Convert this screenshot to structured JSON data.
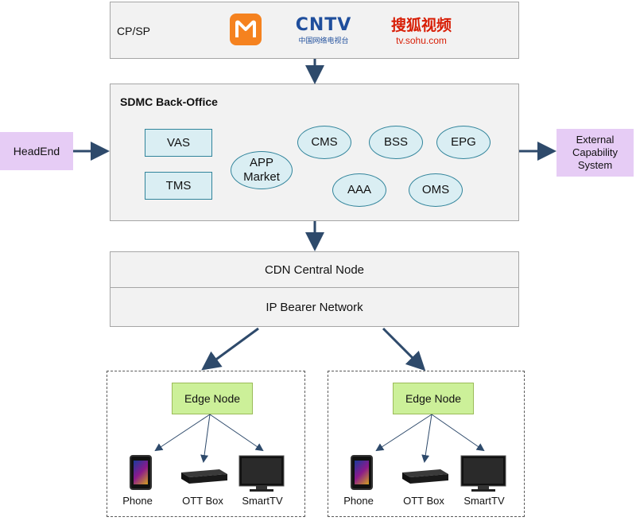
{
  "cpsp": {
    "label": "CP/SP",
    "logos": {
      "mango": "mango-tv-logo",
      "cntv_main": "CNTV",
      "cntv_sub": "中国网络电视台",
      "sohu_main": "搜狐视频",
      "sohu_sub": "tv.sohu.com"
    }
  },
  "backoffice": {
    "title": "SDMC Back-Office",
    "vas": "VAS",
    "tms": "TMS",
    "app_market": "APP Market",
    "cms": "CMS",
    "bss": "BSS",
    "epg": "EPG",
    "aaa": "AAA",
    "oms": "OMS"
  },
  "headend": "HeadEnd",
  "external": "External Capability System",
  "cdn": {
    "central": "CDN Central Node",
    "bearer": "IP Bearer Network"
  },
  "edge_groups": [
    {
      "edge_label": "Edge Node",
      "devices": {
        "phone": "Phone",
        "ott": "OTT Box",
        "tv": "SmartTV"
      }
    },
    {
      "edge_label": "Edge Node",
      "devices": {
        "phone": "Phone",
        "ott": "OTT Box",
        "tv": "SmartTV"
      }
    }
  ],
  "colors": {
    "arrow": "#2e4a6b",
    "node_fill": "#daeef3",
    "node_border": "#31849b",
    "purple": "#e6ccf5",
    "green": "#ccf099",
    "mango": "#f5821f",
    "cntv_blue": "#1f4e9c",
    "sohu_red": "#d81e06"
  }
}
